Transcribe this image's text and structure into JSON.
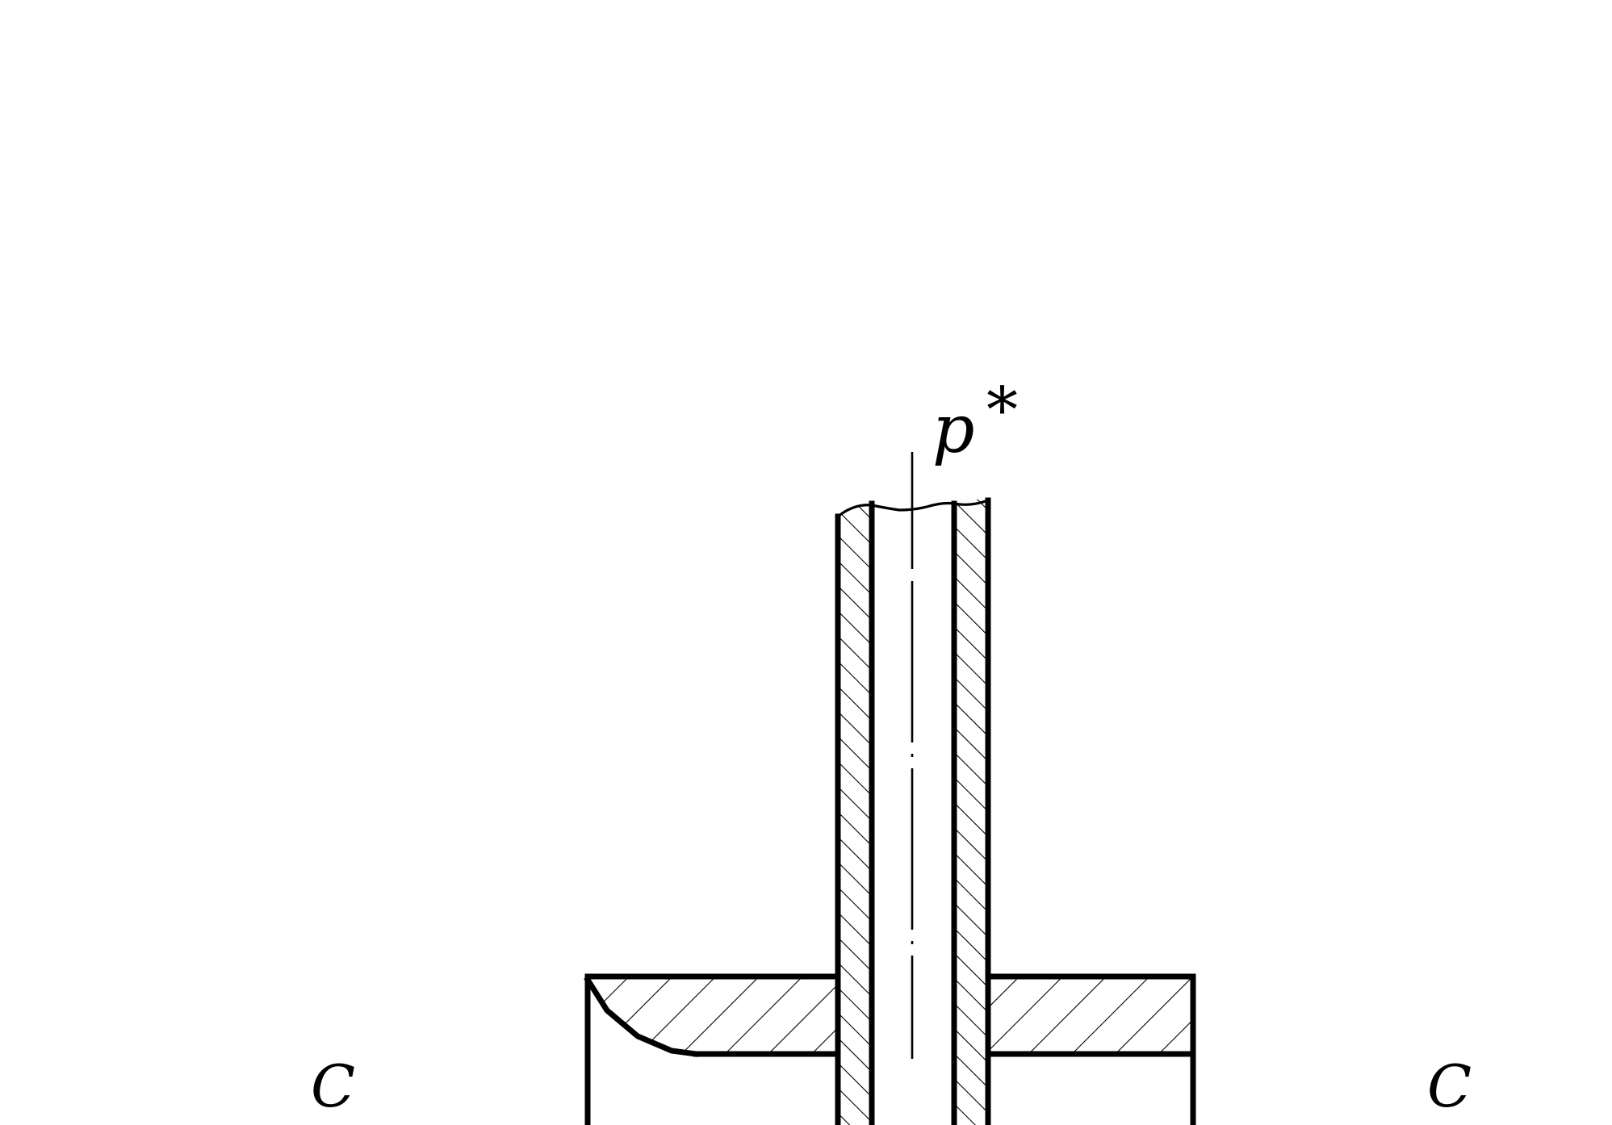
{
  "labels": {
    "p": "p",
    "star": "*",
    "c_left": "C",
    "c_right": "C"
  },
  "colors": {
    "stroke": "#000000",
    "background": "#ffffff"
  }
}
